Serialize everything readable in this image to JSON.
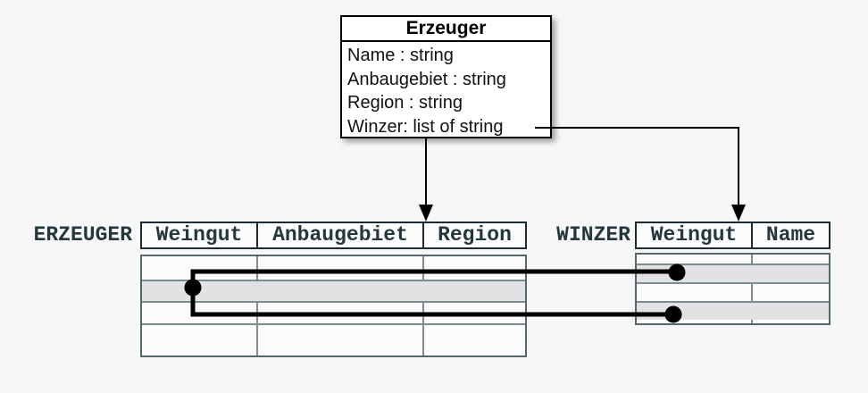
{
  "class_box": {
    "title": "Erzeuger",
    "attributes": [
      "Name : string",
      "Anbaugebiet : string",
      "Region : string",
      "Winzer: list of string"
    ]
  },
  "tables": {
    "erzeuger": {
      "label": "ERZEUGER",
      "columns": [
        "Weingut",
        "Anbaugebiet",
        "Region"
      ],
      "row_count": 4,
      "highlighted_row": 2
    },
    "winzer": {
      "label": "WINZER",
      "columns": [
        "Weingut",
        "Name"
      ],
      "row_count": 4,
      "highlighted_rows": [
        2,
        4
      ]
    }
  },
  "connectors": [
    {
      "type": "arrow",
      "from": "Erzeuger class box",
      "to": "ERZEUGER table header"
    },
    {
      "type": "arrow",
      "from": "Winzer attribute",
      "to": "WINZER table header"
    },
    {
      "type": "row-link",
      "from": "ERZEUGER highlighted row",
      "to": "WINZER highlighted row 1"
    },
    {
      "type": "row-link",
      "from": "ERZEUGER highlighted row",
      "to": "WINZER highlighted row 2"
    }
  ],
  "colors": {
    "background": "#f7f7f8",
    "row_highlight": "#e2e2e5",
    "table_text": "#24373c",
    "header_border": "#1c2b2f",
    "grid_line": "#7c8d90",
    "connector": "#000000"
  }
}
